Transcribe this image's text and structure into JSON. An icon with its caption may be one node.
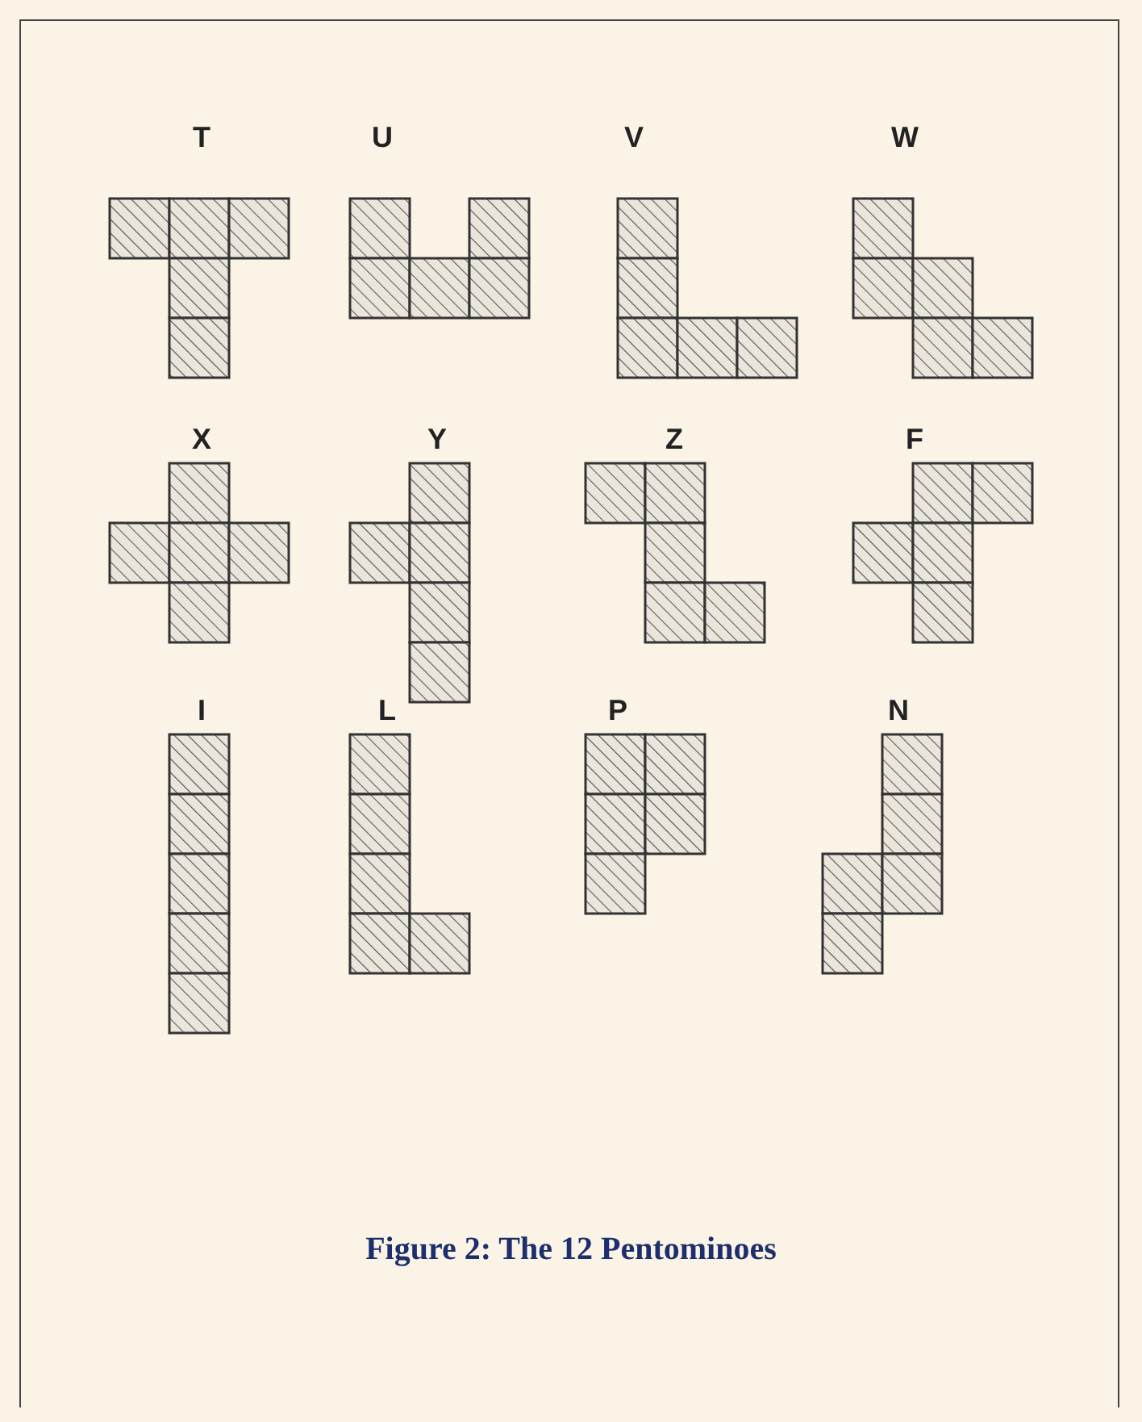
{
  "diagram": {
    "caption": "Figure 2: The 12 Pentominoes",
    "labels": [
      "T",
      "U",
      "V",
      "W",
      "X",
      "Y",
      "Z",
      "F",
      "I",
      "L",
      "P",
      "N"
    ]
  }
}
